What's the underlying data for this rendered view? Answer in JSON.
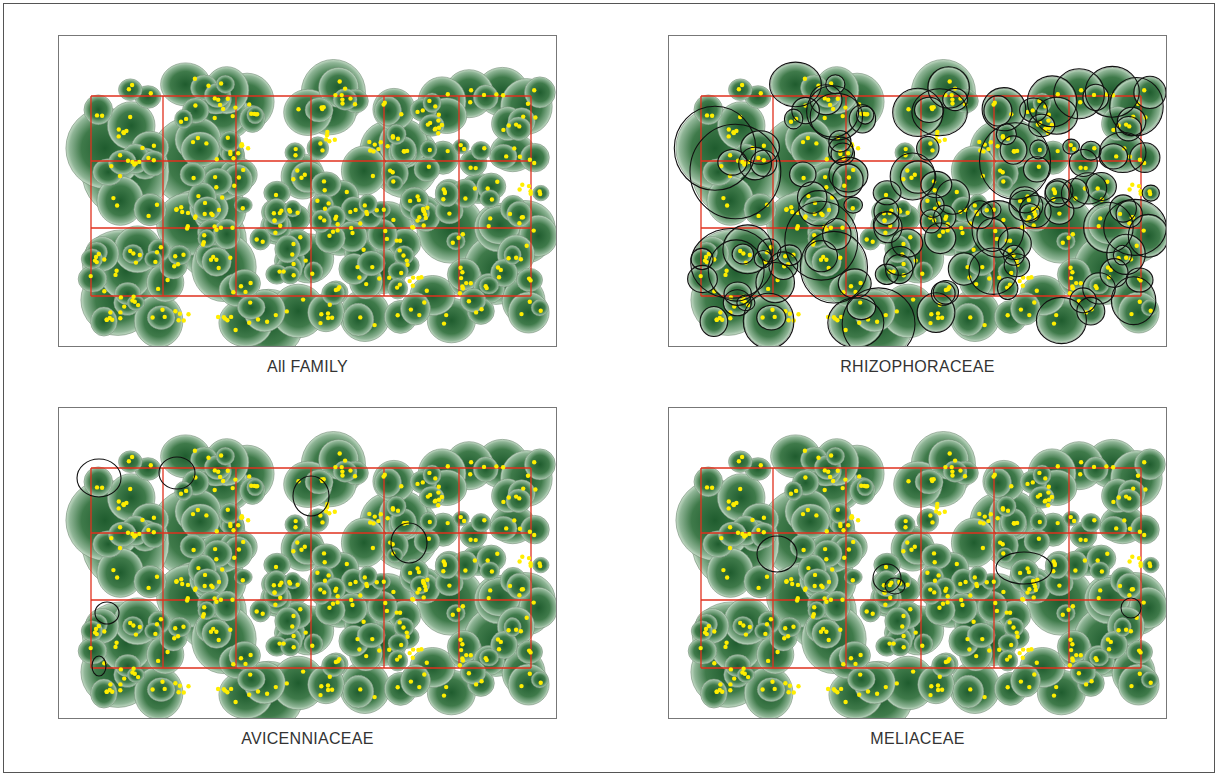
{
  "diagram": {
    "nodes": [
      {
        "text": [
          "All FAMILY"
        ]
      },
      {
        "text": [
          "RHIZOPHORACEAE"
        ]
      },
      {
        "text": [
          "AVICENNIACEAE"
        ]
      },
      {
        "text": [
          "MELIACEAE"
        ]
      }
    ]
  }
}
